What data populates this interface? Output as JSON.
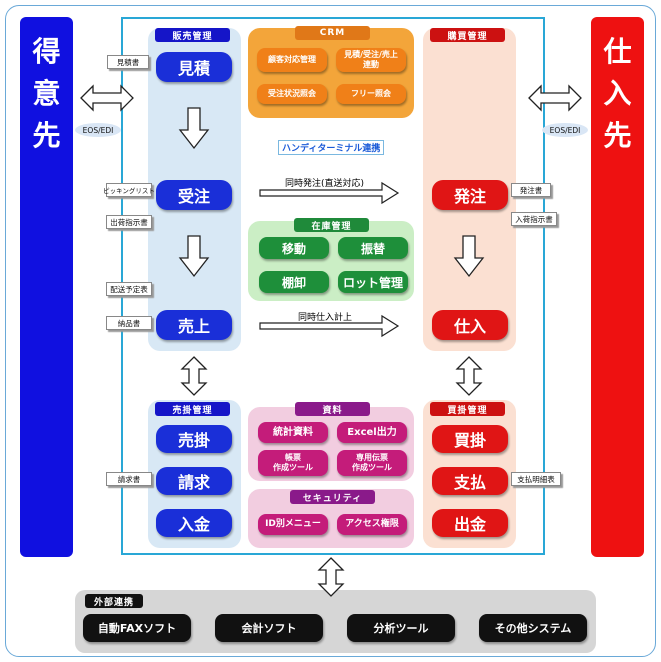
{
  "customers_label": "得意先",
  "suppliers_label": "仕入先",
  "eos_left": "EOS/EDI",
  "eos_right": "EOS/EDI",
  "sales": {
    "header": "販売管理",
    "quote": "見積",
    "order": "受注",
    "sales": "売上"
  },
  "purchase": {
    "header": "購買管理",
    "order": "発注",
    "receive": "仕入"
  },
  "crm": {
    "header": "CRM",
    "items": [
      "顧客対応管理",
      "見積/受注/売上\n連動",
      "受注状況照会",
      "フリー照会"
    ]
  },
  "handy": "ハンディターミナル連携",
  "direct_order": "同時発注(直送対応)",
  "simultaneous": "同時仕入計上",
  "inventory": {
    "header": "在庫管理",
    "items": [
      "移動",
      "振替",
      "棚卸",
      "ロット管理"
    ]
  },
  "receivable": {
    "header": "売掛管理",
    "items": [
      "売掛",
      "請求",
      "入金"
    ]
  },
  "payable": {
    "header": "買掛管理",
    "items": [
      "買掛",
      "支払",
      "出金"
    ]
  },
  "docs": {
    "header": "資料",
    "items": [
      "統計資料",
      "Excel出力",
      "帳票\n作成ツール",
      "専用伝票\n作成ツール"
    ]
  },
  "security": {
    "header": "セキュリティ",
    "items": [
      "ID別メニュー",
      "アクセス権限"
    ]
  },
  "external": {
    "header": "外部連携",
    "items": [
      "自動FAXソフト",
      "会計ソフト",
      "分析ツール",
      "その他システム"
    ]
  },
  "notes": {
    "quote": "見積書",
    "picking": "ピッキングリスト",
    "shipping_instr": "出荷指示書",
    "delivery_plan": "配送予定表",
    "delivery_note": "納品書",
    "invoice": "請求書",
    "po": "発注書",
    "receiving_instr": "入荷指示書",
    "payment_statement": "支払明細表"
  }
}
